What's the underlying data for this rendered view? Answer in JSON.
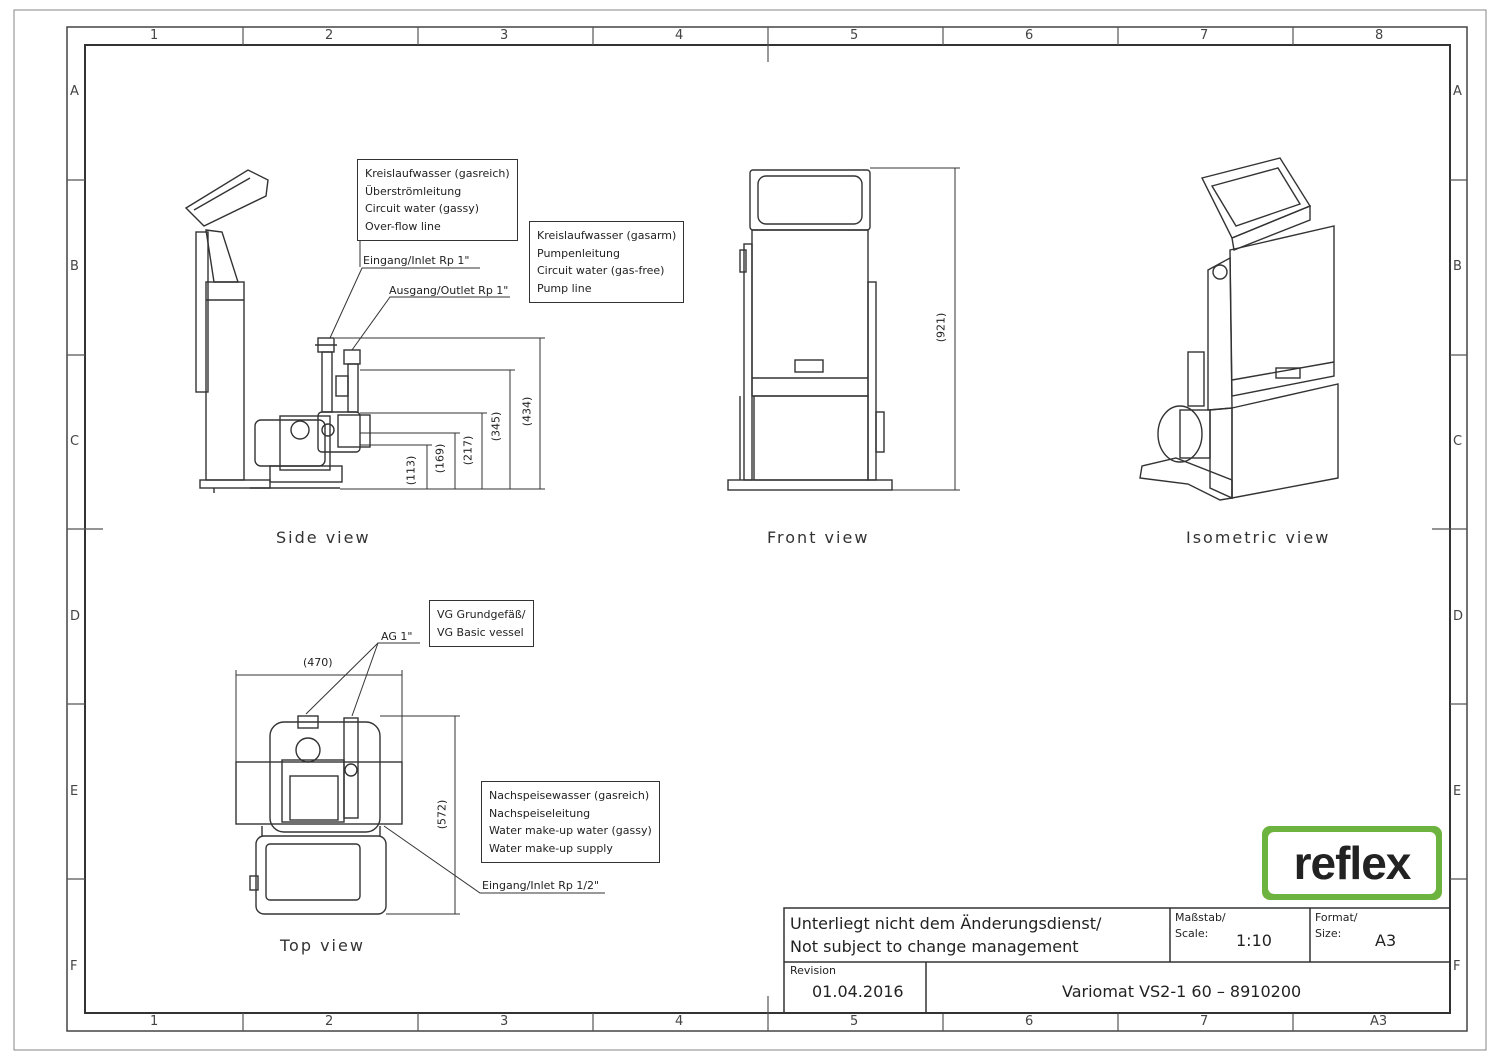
{
  "grid": {
    "cols_top": [
      "1",
      "2",
      "3",
      "4",
      "5",
      "6",
      "7",
      "8"
    ],
    "cols_bottom": [
      "1",
      "2",
      "3",
      "4",
      "5",
      "6",
      "7",
      "A3"
    ],
    "rows": [
      "A",
      "B",
      "C",
      "D",
      "E",
      "F"
    ]
  },
  "views": {
    "side": "Side  view",
    "front": "Front  view",
    "isometric": "Isometric  view",
    "top": "Top  view"
  },
  "notes": {
    "gas_rich": [
      "Kreislaufwasser (gasreich)",
      "Überströmleitung",
      "Circuit water (gassy)",
      "Over-flow line"
    ],
    "gas_poor": [
      "Kreislaufwasser (gasarm)",
      "Pumpenleitung",
      "Circuit water (gas-free)",
      "Pump line"
    ],
    "vessel": [
      "VG Grundgefäß/",
      "VG Basic vessel"
    ],
    "makeup": [
      "Nachspeisewasser (gasreich)",
      "Nachspeiseleitung",
      "Water make-up water (gassy)",
      "Water make-up supply"
    ]
  },
  "callouts": {
    "inlet": "Eingang/Inlet Rp 1\"",
    "outlet": "Ausgang/Outlet Rp 1\"",
    "ag": "AG 1\"",
    "inlet_half": "Eingang/Inlet Rp 1/2\""
  },
  "dimensions": {
    "d113": "(113)",
    "d169": "(169)",
    "d217": "(217)",
    "d345": "(345)",
    "d434": "(434)",
    "d921": "(921)",
    "d470": "(470)",
    "d572": "(572)"
  },
  "title_block": {
    "change_line1": "Unterliegt nicht dem Änderungsdienst/",
    "change_line2": "Not subject to change management",
    "scale_label1": "Maßstab/",
    "scale_label2": "Scale:",
    "scale_value": "1:10",
    "format_label1": "Format/",
    "format_label2": "Size:",
    "format_value": "A3",
    "revision_label": "Revision",
    "revision_value": "01.04.2016",
    "product": "Variomat VS2-1 60 – 8910200"
  },
  "logo": {
    "text": "reflex",
    "color": "#6db33f"
  }
}
